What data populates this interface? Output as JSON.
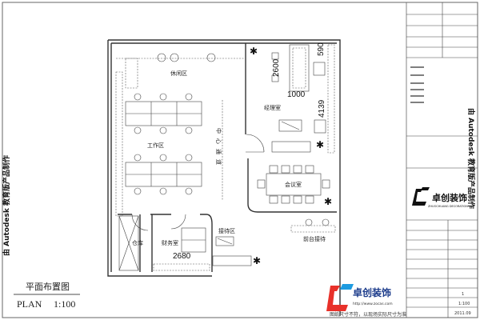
{
  "watermark": "由 Autodesk 教育版产品制作",
  "rooms": {
    "leisure": "休闲区",
    "work": "工作区",
    "corridor": "中心通道",
    "manager": "经理室",
    "meeting": "会议室",
    "reception": "接待区",
    "front_desk": "前台接待",
    "finance": "财务室",
    "storage": "仓库"
  },
  "dimensions": [
    "2600",
    "1000",
    "590",
    "4139",
    "2680"
  ],
  "title": {
    "cn": "平面布置图",
    "en": "PLAN",
    "scale": "1:100"
  },
  "logo": {
    "name": "卓创装饰",
    "url": "http://www.zocas.com",
    "subtitle": "ZHUOCHUANG DECORATION"
  },
  "note": "图纸尺寸不符，以现场实际尺寸为准",
  "title_block": {
    "sheet_no": "1",
    "scale": "1:100",
    "date": "2011.09"
  },
  "colors": {
    "logo_red": "#e8312a",
    "logo_blue": "#1e9be0",
    "logo_black": "#111111"
  }
}
